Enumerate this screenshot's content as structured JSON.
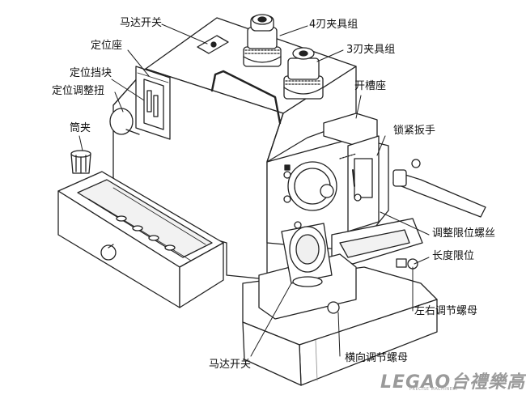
{
  "labels": {
    "motor_switch_top": "马达开关",
    "positioning_seat": "定位座",
    "positioning_stop": "定位挡块",
    "positioning_knob": "定位调整扭",
    "collet": "筒夹",
    "tool_holder_4": "4刃夹具组",
    "tool_holder_3": "3刃夹具组",
    "slot_seat": "开槽座",
    "lock_wrench": "锁紧扳手",
    "adjust_limit_screw": "调整限位螺丝",
    "length_limit": "长度限位",
    "lr_adjust_nut": "左右调节螺母",
    "motor_switch_bottom": "马达开关",
    "transverse_adjust_nut": "横向调节螺母"
  },
  "logo": {
    "brand": "LEGAO台禮樂高",
    "tagline": "PRECISE MACHINERY"
  },
  "colors": {
    "line": "#222222",
    "fill": "#ffffff",
    "shade": "#cccccc",
    "logo": "#9a9a9a"
  }
}
